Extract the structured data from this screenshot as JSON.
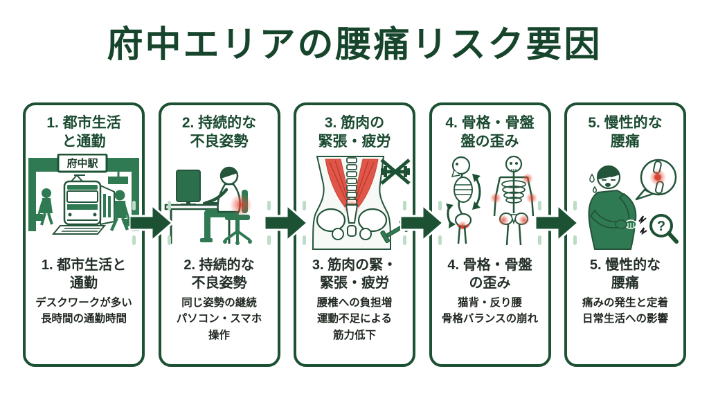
{
  "title": "府中エリアの腰痛リスク要因",
  "colors": {
    "accent_dark_green": "#1b4d33",
    "illustration_green": "#2f7a53",
    "pain_red": "#dc4433",
    "light_green": "#bcdcc6",
    "text_dark": "#232e27",
    "background": "#ffffff"
  },
  "steps": [
    {
      "header": "1. 都市生活\nと通勤",
      "illustration": "fuchu-station-commuters",
      "station_sign": "府中駅",
      "subtitle": "1. 都市生活と\n通勤",
      "description": "デスクワークが多い\n長時間の通勤時間"
    },
    {
      "header": "2. 持続的な\n不良姿勢",
      "illustration": "desk-worker-bad-posture",
      "subtitle": "2. 持続的な\n不良姿勢",
      "description": "同じ姿勢の継続\nパソコン・スマホ\n操作"
    },
    {
      "header": "3. 筋肉の\n緊張・疲労",
      "illustration": "lower-back-muscles-no-exercise",
      "subtitle": "3. 筋肉の緊・\n緊張・疲労",
      "description": "腰椎への負担増\n運動不足による\n筋力低下"
    },
    {
      "header": "4. 骨格・骨盤\n盤の歪み",
      "illustration": "skeleton-pelvis-distortion",
      "subtitle": "4. 骨格・骨盤\nの歪み",
      "description": "猫背・反り腰\n骨格バランスの崩れ"
    },
    {
      "header": "5. 慢性的な\n腰痛",
      "illustration": "man-with-chronic-back-pain",
      "magnifier_mark": "?",
      "subtitle": "5. 慢性的な\n腰痛",
      "description": "痛みの発生と定着\n日常生活への影響"
    }
  ]
}
